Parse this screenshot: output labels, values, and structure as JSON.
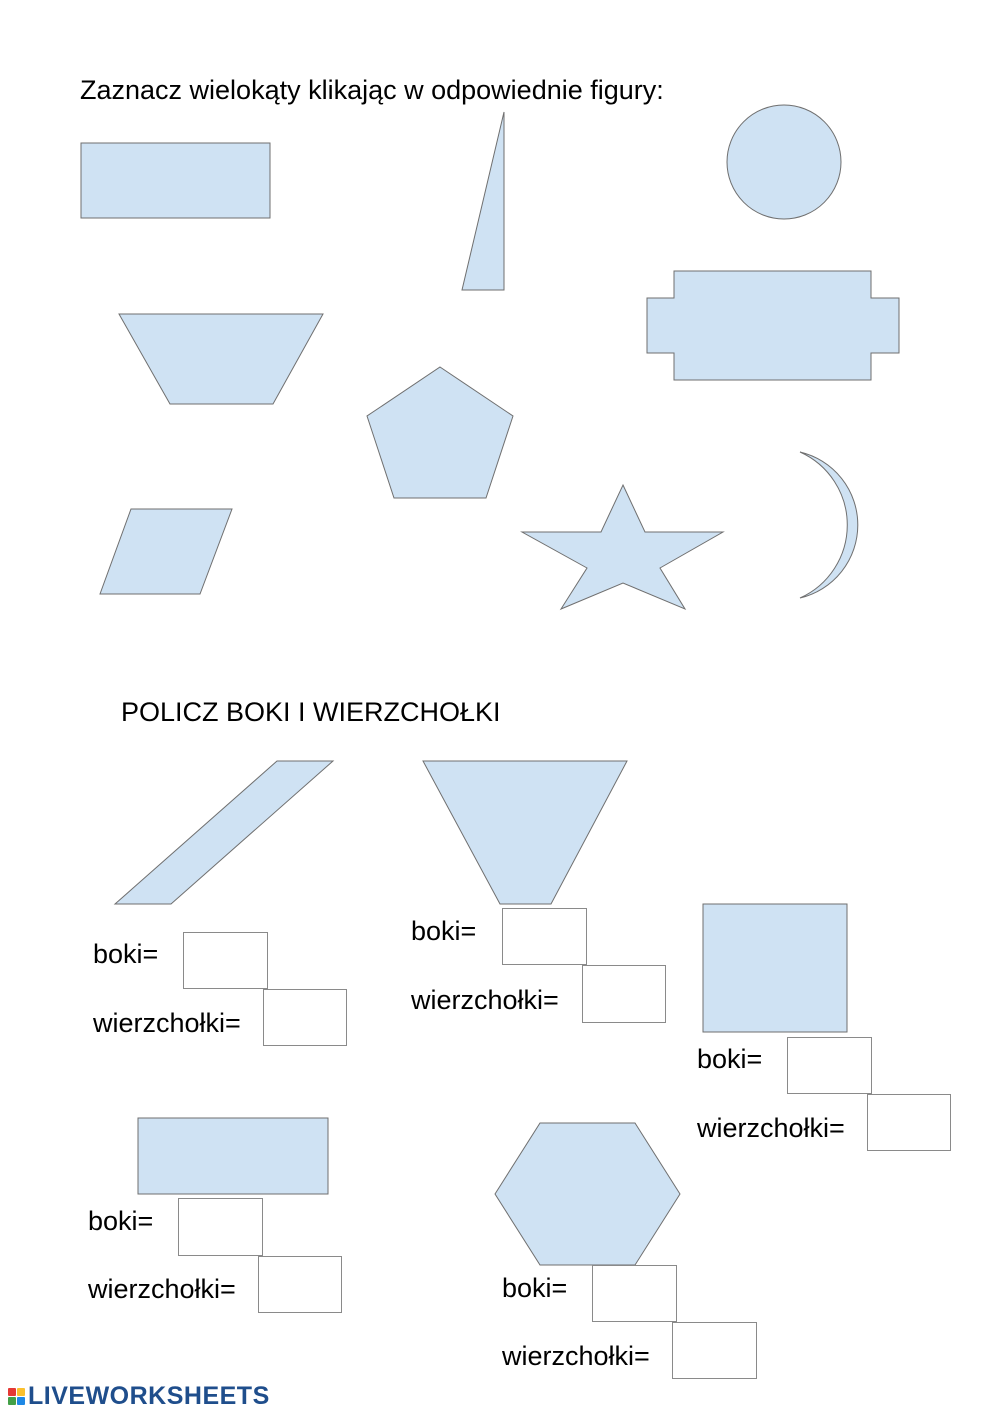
{
  "instruction": "Zaznacz wielokąty klikając w odpowiednie figury:",
  "section_heading": "POLICZ BOKI I WIERZCHOŁKI",
  "shape_fill_color": "#cfe2f3",
  "shape_stroke_color": "#6f6f6f",
  "quiz_shapes": [
    "rectangle",
    "right-triangle",
    "circle",
    "trapezoid",
    "cross-shape",
    "pentagon",
    "parallelogram",
    "star",
    "crescent"
  ],
  "exercises": [
    {
      "shape": "parallelogram",
      "sides_label": "boki=",
      "vertices_label": "wierzchołki=",
      "sides_answer": "",
      "vertices_answer": ""
    },
    {
      "shape": "inverted-trapezoid",
      "sides_label": "boki=",
      "vertices_label": "wierzchołki=",
      "sides_answer": "",
      "vertices_answer": ""
    },
    {
      "shape": "square",
      "sides_label": "boki=",
      "vertices_label": "wierzchołki=",
      "sides_answer": "",
      "vertices_answer": ""
    },
    {
      "shape": "rectangle",
      "sides_label": "boki=",
      "vertices_label": "wierzchołki=",
      "sides_answer": "",
      "vertices_answer": ""
    },
    {
      "shape": "hexagon",
      "sides_label": "boki=",
      "vertices_label": "wierzchołki=",
      "sides_answer": "",
      "vertices_answer": ""
    }
  ],
  "brand": {
    "text": "LIVEWORKSHEETS",
    "icon": "liveworksheets-logo-icon",
    "icon_colors": [
      "#e53935",
      "#fbc02d",
      "#43a047",
      "#1e88e5"
    ]
  }
}
